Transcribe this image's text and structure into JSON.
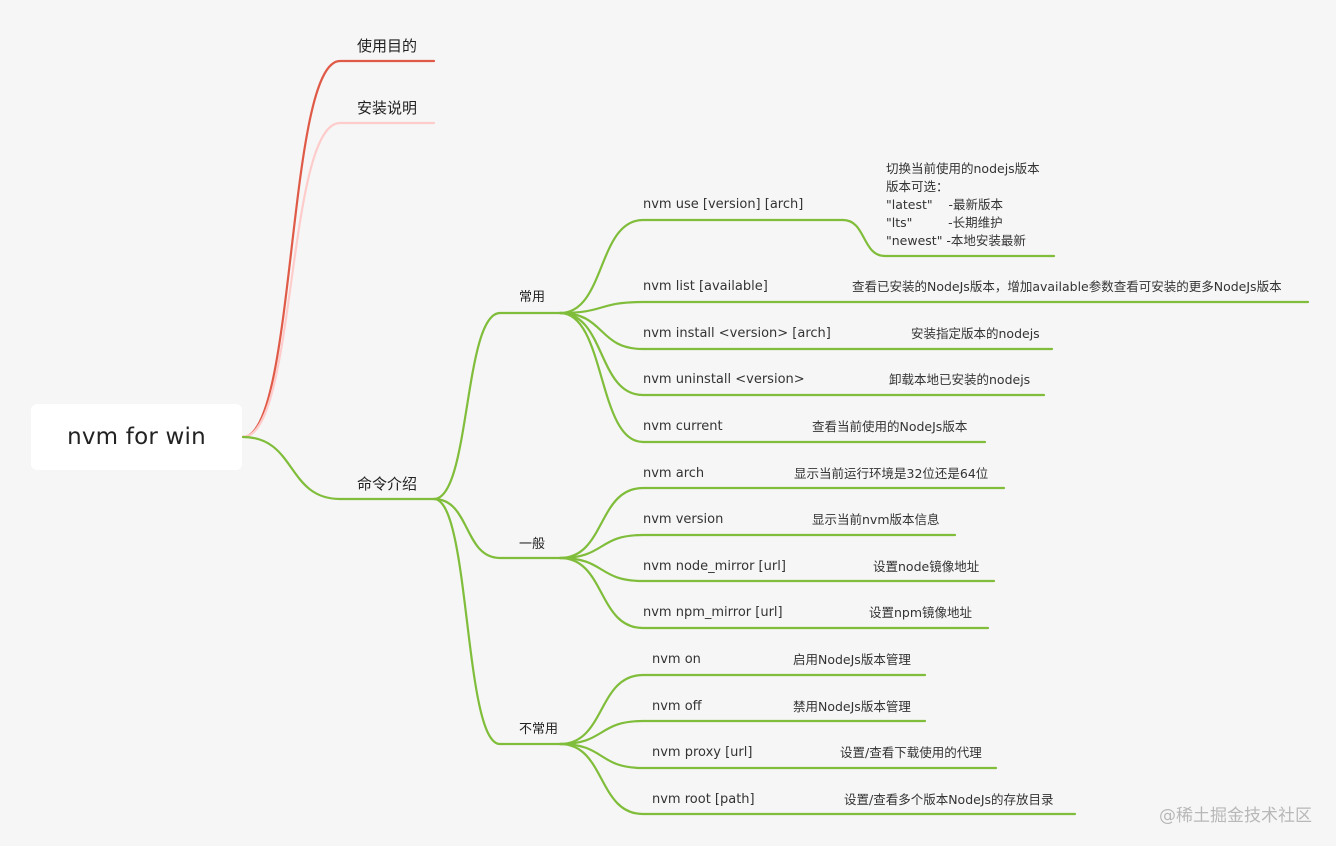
{
  "colors": {
    "background": "#f6f6f6",
    "branch_purpose": "#e05a48",
    "branch_install": "#ffcccc",
    "branch_commands": "#7fbd3a"
  },
  "root": {
    "label": "nvm for win"
  },
  "branches": {
    "purpose": {
      "label": "使用目的"
    },
    "install": {
      "label": "安装说明"
    },
    "commands": {
      "label": "命令介绍",
      "groups": [
        {
          "label": "常用",
          "items": [
            {
              "cmd": "nvm use [version] [arch]",
              "desc": "切换当前使用的nodejs版本\n版本可选：\n\"latest\"    -最新版本\n\"lts\"         -长期维护\n\"newest\" -本地安装最新"
            },
            {
              "cmd": "nvm list [available]",
              "desc": "查看已安装的NodeJs版本，增加available参数查看可安装的更多NodeJs版本"
            },
            {
              "cmd": "nvm install  <version> [arch]",
              "desc": "安装指定版本的nodejs"
            },
            {
              "cmd": "nvm uninstall  <version>",
              "desc": "卸载本地已安装的nodejs"
            },
            {
              "cmd": "nvm current",
              "desc": "查看当前使用的NodeJs版本"
            }
          ]
        },
        {
          "label": "一般",
          "items": [
            {
              "cmd": "nvm arch",
              "desc": "显示当前运行环境是32位还是64位"
            },
            {
              "cmd": "nvm version",
              "desc": "显示当前nvm版本信息"
            },
            {
              "cmd": "nvm node_mirror [url]",
              "desc": "设置node镜像地址"
            },
            {
              "cmd": "nvm npm_mirror [url]",
              "desc": "设置npm镜像地址"
            }
          ]
        },
        {
          "label": "不常用",
          "items": [
            {
              "cmd": "nvm on",
              "desc": "启用NodeJs版本管理"
            },
            {
              "cmd": "nvm off",
              "desc": "禁用NodeJs版本管理"
            },
            {
              "cmd": "nvm proxy [url]",
              "desc": "设置/查看下载使用的代理"
            },
            {
              "cmd": "nvm root [path]",
              "desc": "设置/查看多个版本NodeJs的存放目录"
            }
          ]
        }
      ]
    }
  },
  "watermark": "@稀土掘金技术社区"
}
